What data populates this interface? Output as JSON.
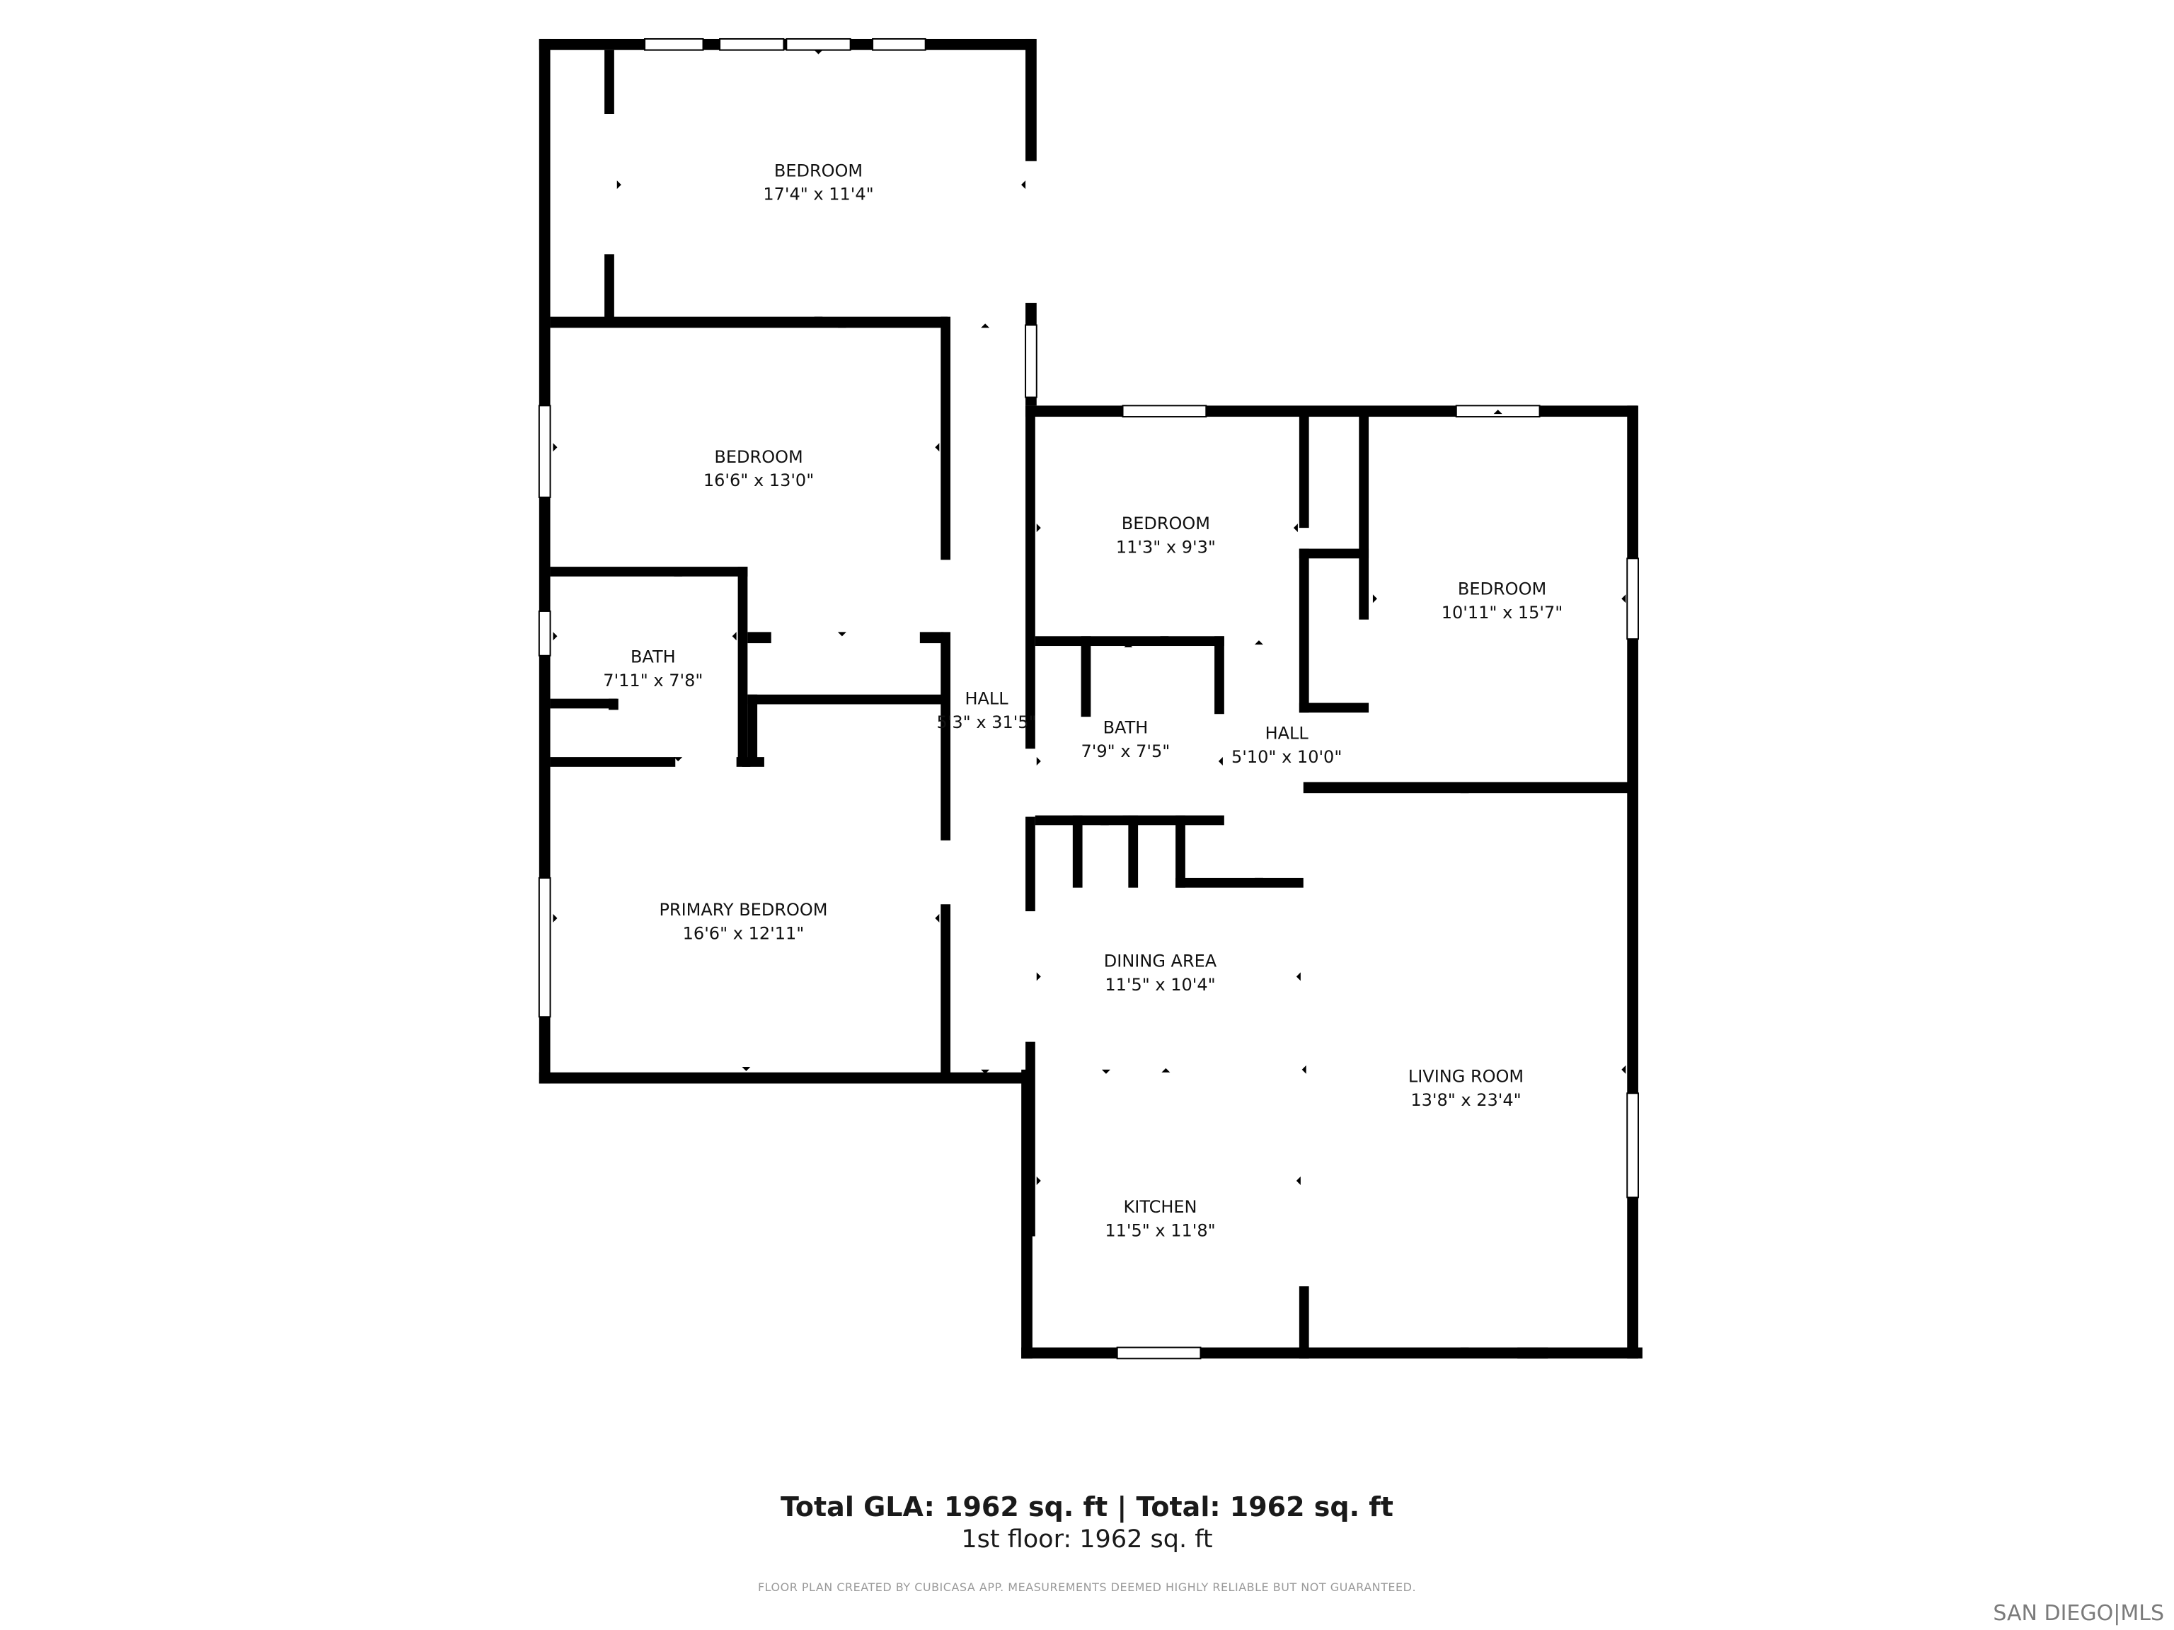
{
  "rooms": [
    {
      "name": "BEDROOM",
      "size": "17'4\" x 11'4\""
    },
    {
      "name": "BEDROOM",
      "size": "16'6\" x 13'0\""
    },
    {
      "name": "BATH",
      "size": "7'11\" x 7'8\""
    },
    {
      "name": "HALL",
      "size": "5'3\" x 31'5\""
    },
    {
      "name": "PRIMARY BEDROOM",
      "size": "16'6\" x 12'11\""
    },
    {
      "name": "BEDROOM",
      "size": "11'3\" x 9'3\""
    },
    {
      "name": "BEDROOM",
      "size": "10'11\" x 15'7\""
    },
    {
      "name": "BATH",
      "size": "7'9\" x 7'5\""
    },
    {
      "name": "HALL",
      "size": "5'10\" x 10'0\""
    },
    {
      "name": "DINING AREA",
      "size": "11'5\" x 10'4\""
    },
    {
      "name": "LIVING ROOM",
      "size": "13'8\" x 23'4\""
    },
    {
      "name": "KITCHEN",
      "size": "11'5\" x 11'8\""
    }
  ],
  "summary": {
    "totals": "Total GLA: 1962 sq. ft | Total: 1962 sq. ft",
    "floor": "1st floor: 1962 sq. ft",
    "disclaimer": "FLOOR PLAN CREATED BY CUBICASA APP. MEASUREMENTS DEEMED HIGHLY RELIABLE BUT NOT GUARANTEED."
  },
  "watermark": "SAN DIEGO|MLS",
  "colors": {
    "wall": "#000000",
    "background": "#ffffff",
    "window": "#ffffff"
  }
}
